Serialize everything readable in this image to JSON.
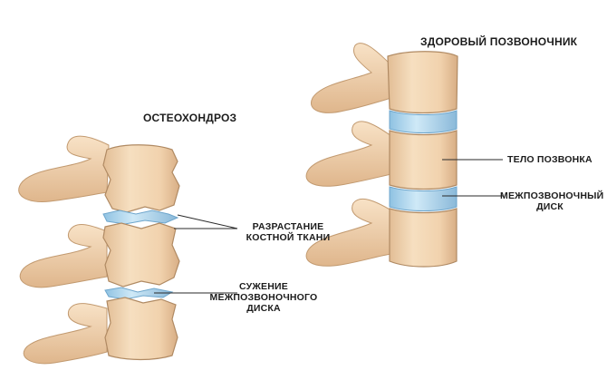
{
  "diagram": {
    "left_title": "ОСТЕОХОНДРОЗ",
    "right_title": "ЗДОРОВЫЙ ПОЗВОНОЧНИК",
    "labels": {
      "bone_growth": "РАЗРАСТАНИЕ\nКОСТНОЙ ТКАНИ",
      "disc_narrowing": "СУЖЕНИЕ\nМЕЖПОЗВОНОЧНОГО\nДИСКА",
      "vertebral_body": "ТЕЛО ПОЗВОНКА",
      "intervertebral_disc": "МЕЖПОЗВОНОЧНЫЙ\nДИСК"
    },
    "colors": {
      "bone_fill": "#f2d6b2",
      "bone_shadow": "#d9b088",
      "bone_outline": "#b08a63",
      "disc_fill": "#b8dcf0",
      "disc_shadow": "#7fb5d8",
      "leader_line": "#2a2a2a"
    }
  }
}
